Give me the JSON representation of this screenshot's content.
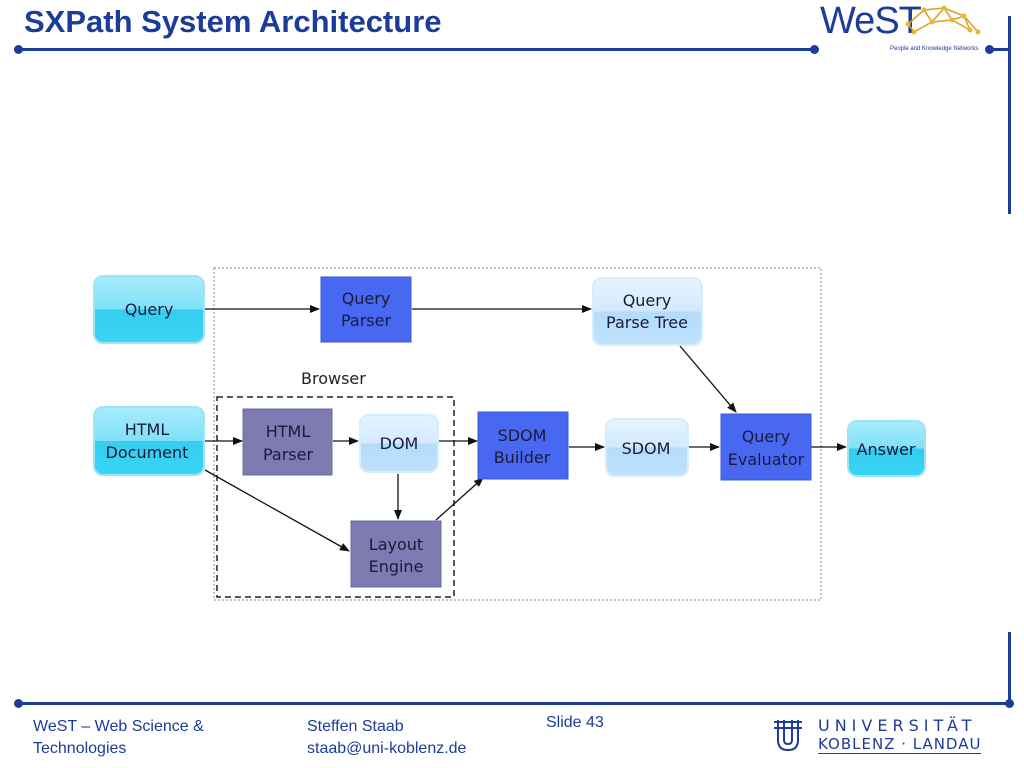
{
  "header": {
    "title": "SXPath System Architecture",
    "logo_text": "WeST",
    "logo_subtitle": "People and Knowledge Networks"
  },
  "diagram": {
    "group_label": "Browser",
    "nodes": {
      "query": [
        "Query"
      ],
      "query_parser": [
        "Query",
        "Parser"
      ],
      "query_parse_tree": [
        "Query",
        "Parse Tree"
      ],
      "html_document": [
        "HTML",
        "Document"
      ],
      "html_parser": [
        "HTML",
        "Parser"
      ],
      "dom": [
        "DOM"
      ],
      "layout_engine": [
        "Layout",
        "Engine"
      ],
      "sdom_builder": [
        "SDOM",
        "Builder"
      ],
      "sdom": [
        "SDOM"
      ],
      "query_evaluator": [
        "Query",
        "Evaluator"
      ],
      "answer": [
        "Answer"
      ]
    }
  },
  "footer": {
    "left_line1": "WeST – Web Science &",
    "left_line2": "Technologies",
    "author": "Steffen Staab",
    "email": "staab@uni-koblenz.de",
    "slide": "Slide 43",
    "university_line1": "UNIVERSITÄT",
    "university_line2": "KOBLENZ · LANDAU"
  },
  "colors": {
    "accent": "#1c3c99",
    "cyan_box": "#3fd0f0",
    "blue_box": "#4a6cf0",
    "purple_box": "#7e7cb0",
    "light_box": "#bfe0fb"
  }
}
